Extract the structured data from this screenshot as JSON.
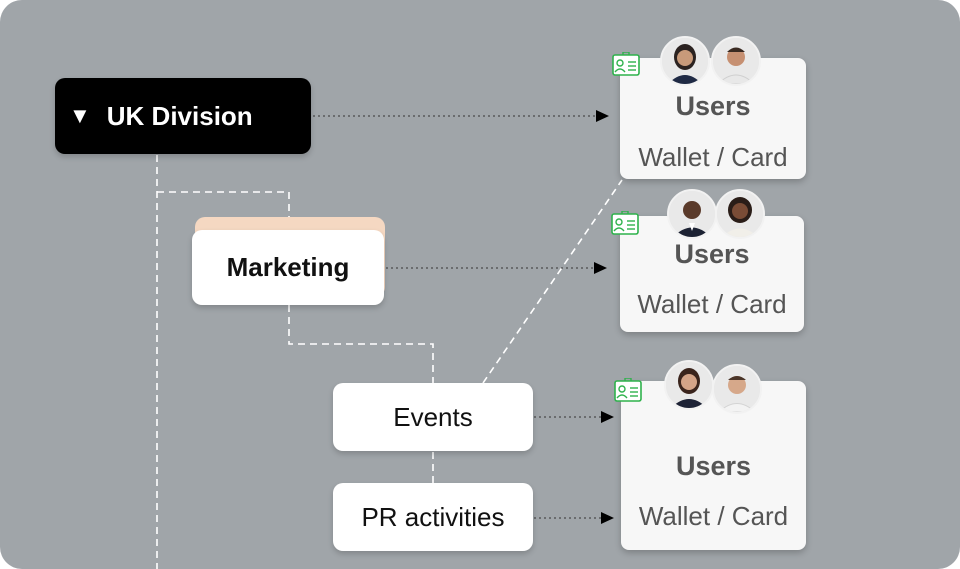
{
  "root": {
    "label": "UK Division",
    "caret": "▼"
  },
  "departments": [
    {
      "label": "Marketing"
    },
    {
      "label": "Events"
    },
    {
      "label": "PR activities"
    }
  ],
  "cards": [
    {
      "title": "Users",
      "subtitle": "Wallet / Card"
    },
    {
      "title": "Users",
      "subtitle": "Wallet / Card"
    },
    {
      "title": "Users",
      "subtitle": "Wallet / Card"
    }
  ],
  "colors": {
    "canvas": "#a0a5a9",
    "root_fill": "#000000",
    "stack_accent": "#f5d8c2",
    "id_icon": "#2fb24c",
    "card_text": "#555555"
  },
  "icons": [
    "caret-down-icon",
    "id-card-icon",
    "avatar"
  ]
}
